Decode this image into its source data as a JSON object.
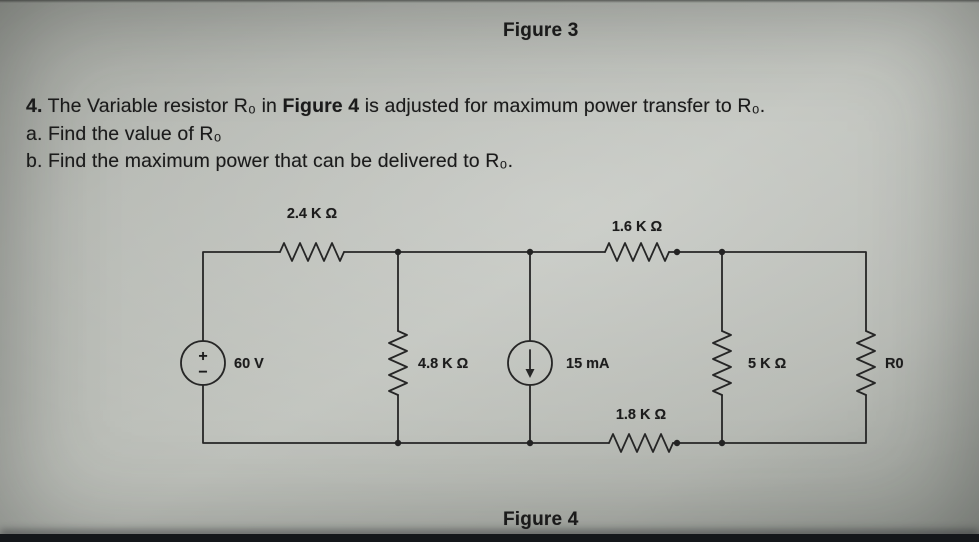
{
  "photo": {
    "figure_top_caption": "Figure 3",
    "figure_bottom_caption": "Figure 4"
  },
  "problem": {
    "number": "4.",
    "line1_pre": "The Variable resistor R₀ in",
    "line1_figref": "Figure 4",
    "line1_post": "is adjusted for maximum power transfer to R₀.",
    "line2": "a. Find the value of R₀",
    "line3": "b. Find the maximum power that can be delivered to R₀."
  },
  "circuit": {
    "labels": {
      "r_top_left": "2.4 K Ω",
      "r_top_right": "1.6 K Ω",
      "r_middle": "4.8 K Ω",
      "r_bottom": "1.8 K Ω",
      "r_right": "5 K Ω",
      "r_load": "R0",
      "voltage_source": "60 V",
      "current_source": "15 mA",
      "plus": "+",
      "minus": "−"
    }
  }
}
